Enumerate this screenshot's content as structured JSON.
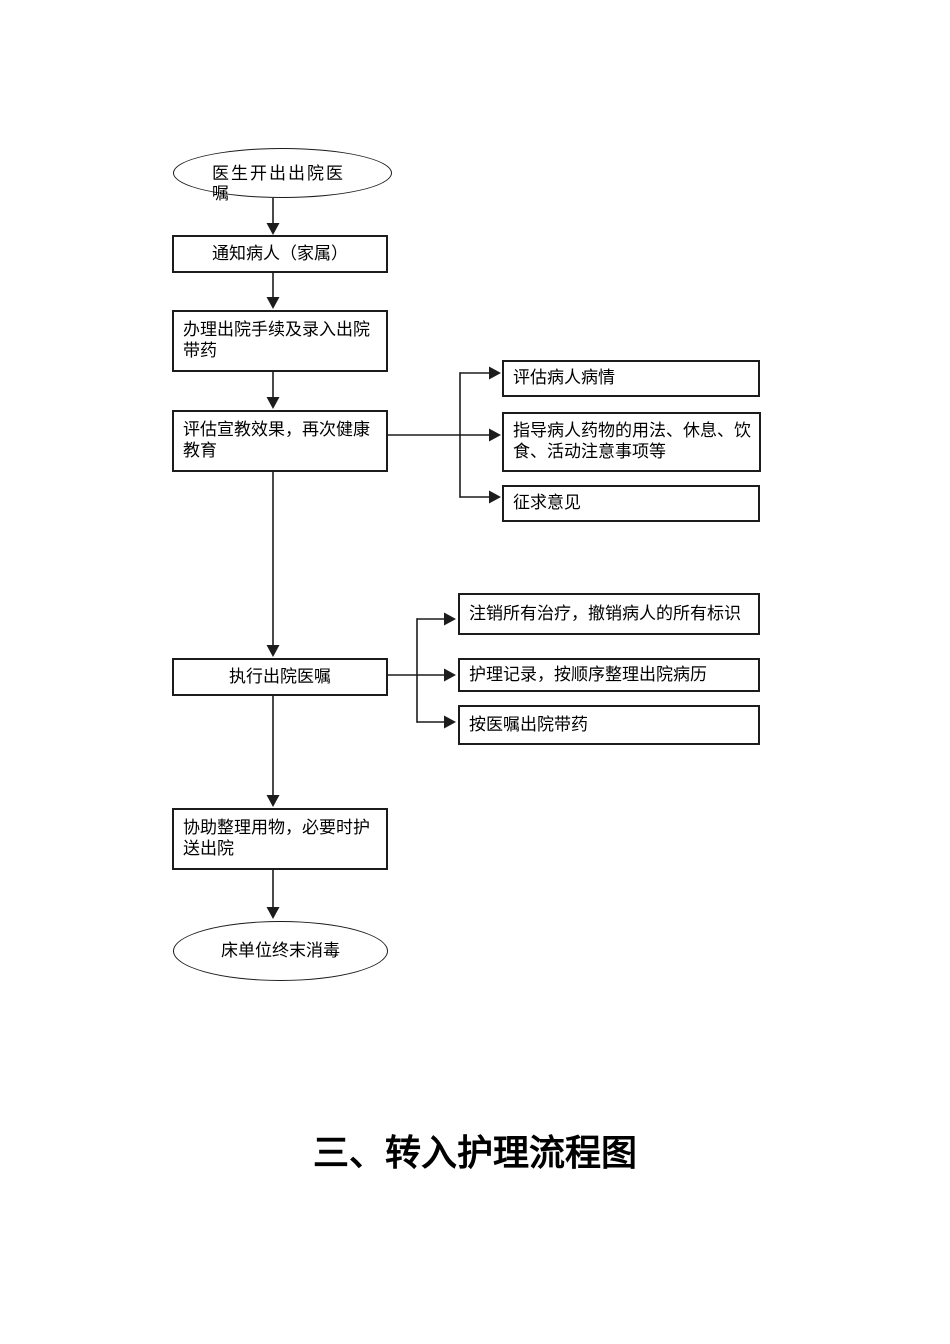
{
  "page": {
    "background": "#ffffff",
    "ink": "#1c1c1c"
  },
  "flowchart": {
    "nodes": {
      "start": {
        "shape": "ellipse",
        "label": "医生开出出院医\n嘱"
      },
      "notify": {
        "shape": "rect",
        "label": "通知病人（家属）"
      },
      "procedure": {
        "shape": "rect",
        "label": "办理出院手续及录入出院\n带药"
      },
      "evaluate": {
        "shape": "rect",
        "label": "评估宣教效果，再次健康\n教育"
      },
      "assess": {
        "shape": "rect",
        "label": "评估病人病情"
      },
      "guide": {
        "shape": "rect",
        "label": "指导病人药物的用法、休息、饮\n食、活动注意事项等"
      },
      "feedback": {
        "shape": "rect",
        "label": "征求意见"
      },
      "execute": {
        "shape": "rect",
        "label": "执行出院医嘱"
      },
      "cancel": {
        "shape": "rect",
        "label": "注销所有治疗，撤销病人的所有标识"
      },
      "record": {
        "shape": "rect",
        "label": "护理记录，按顺序整理出院病历"
      },
      "meds": {
        "shape": "rect",
        "label": "按医嘱出院带药"
      },
      "assist": {
        "shape": "rect",
        "label": "协助整理用物，必要时护\n送出院"
      },
      "end": {
        "shape": "ellipse",
        "label": "床单位终末消毒"
      }
    },
    "edges": [
      {
        "from": "start",
        "to": "notify"
      },
      {
        "from": "notify",
        "to": "procedure"
      },
      {
        "from": "procedure",
        "to": "evaluate"
      },
      {
        "from": "evaluate",
        "to": "assess"
      },
      {
        "from": "evaluate",
        "to": "guide"
      },
      {
        "from": "evaluate",
        "to": "feedback"
      },
      {
        "from": "evaluate",
        "to": "execute"
      },
      {
        "from": "execute",
        "to": "cancel"
      },
      {
        "from": "execute",
        "to": "record"
      },
      {
        "from": "execute",
        "to": "meds"
      },
      {
        "from": "execute",
        "to": "assist"
      },
      {
        "from": "assist",
        "to": "end"
      }
    ]
  },
  "section_title": "三、转入护理流程图"
}
